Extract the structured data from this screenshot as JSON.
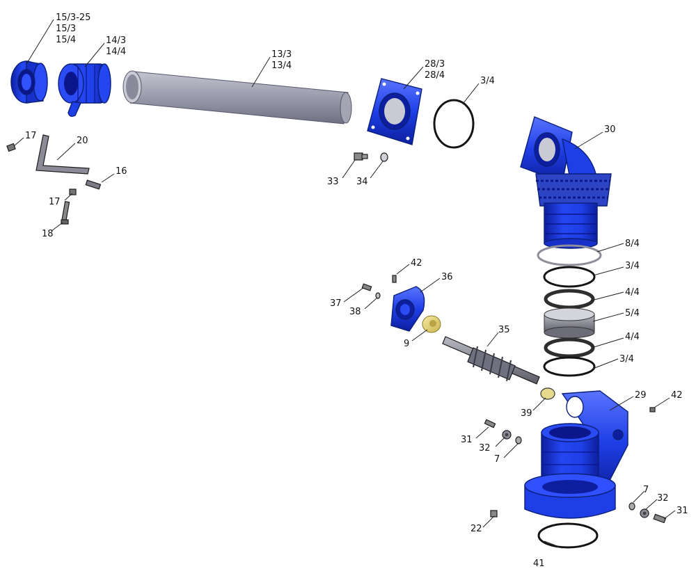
{
  "colors": {
    "part_blue": "#1f3fe6",
    "part_blue_dark": "#0d1f9e",
    "part_blue_light": "#5a74ff",
    "tube_grey": "#8f90a0",
    "tube_grey_light": "#c3c4cf",
    "bronze_yellow": "#e8d77a",
    "ring_black": "#141414",
    "label_text": "#111111"
  },
  "labels": {
    "p15": [
      "15/3-25",
      "15/3",
      "15/4"
    ],
    "p14": [
      "14/3",
      "14/4"
    ],
    "p13": [
      "13/3",
      "13/4"
    ],
    "p28": [
      "28/3",
      "28/4"
    ],
    "p3_top": "3/4",
    "p30": "30",
    "p17_a": "17",
    "p20": "20",
    "p16": "16",
    "p17_b": "17",
    "p18": "18",
    "p33": "33",
    "p34": "34",
    "p8": "8/4",
    "p3_a": "3/4",
    "p4_a": "4/4",
    "p5": "5/4",
    "p4_b": "4/4",
    "p3_b": "3/4",
    "p42_a": "42",
    "p36": "36",
    "p37": "37",
    "p38": "38",
    "p9": "9",
    "p35": "35",
    "p39": "39",
    "p29": "29",
    "p42_b": "42",
    "p31_a": "31",
    "p32_a": "32",
    "p7_a": "7",
    "p7_b": "7",
    "p32_b": "32",
    "p31_b": "31",
    "p22": "22",
    "p41": "41"
  },
  "parts": {
    "cap": "ring-cap",
    "sleeve": "sleeve",
    "tube": "tube",
    "flange": "square-flange",
    "oring": "o-ring",
    "elbow": "elbow-housing",
    "bracket": "bent-bracket",
    "worm": "worm-shaft",
    "cover": "bearing-cover",
    "bushing": "bushing",
    "lower": "lower-housing"
  }
}
